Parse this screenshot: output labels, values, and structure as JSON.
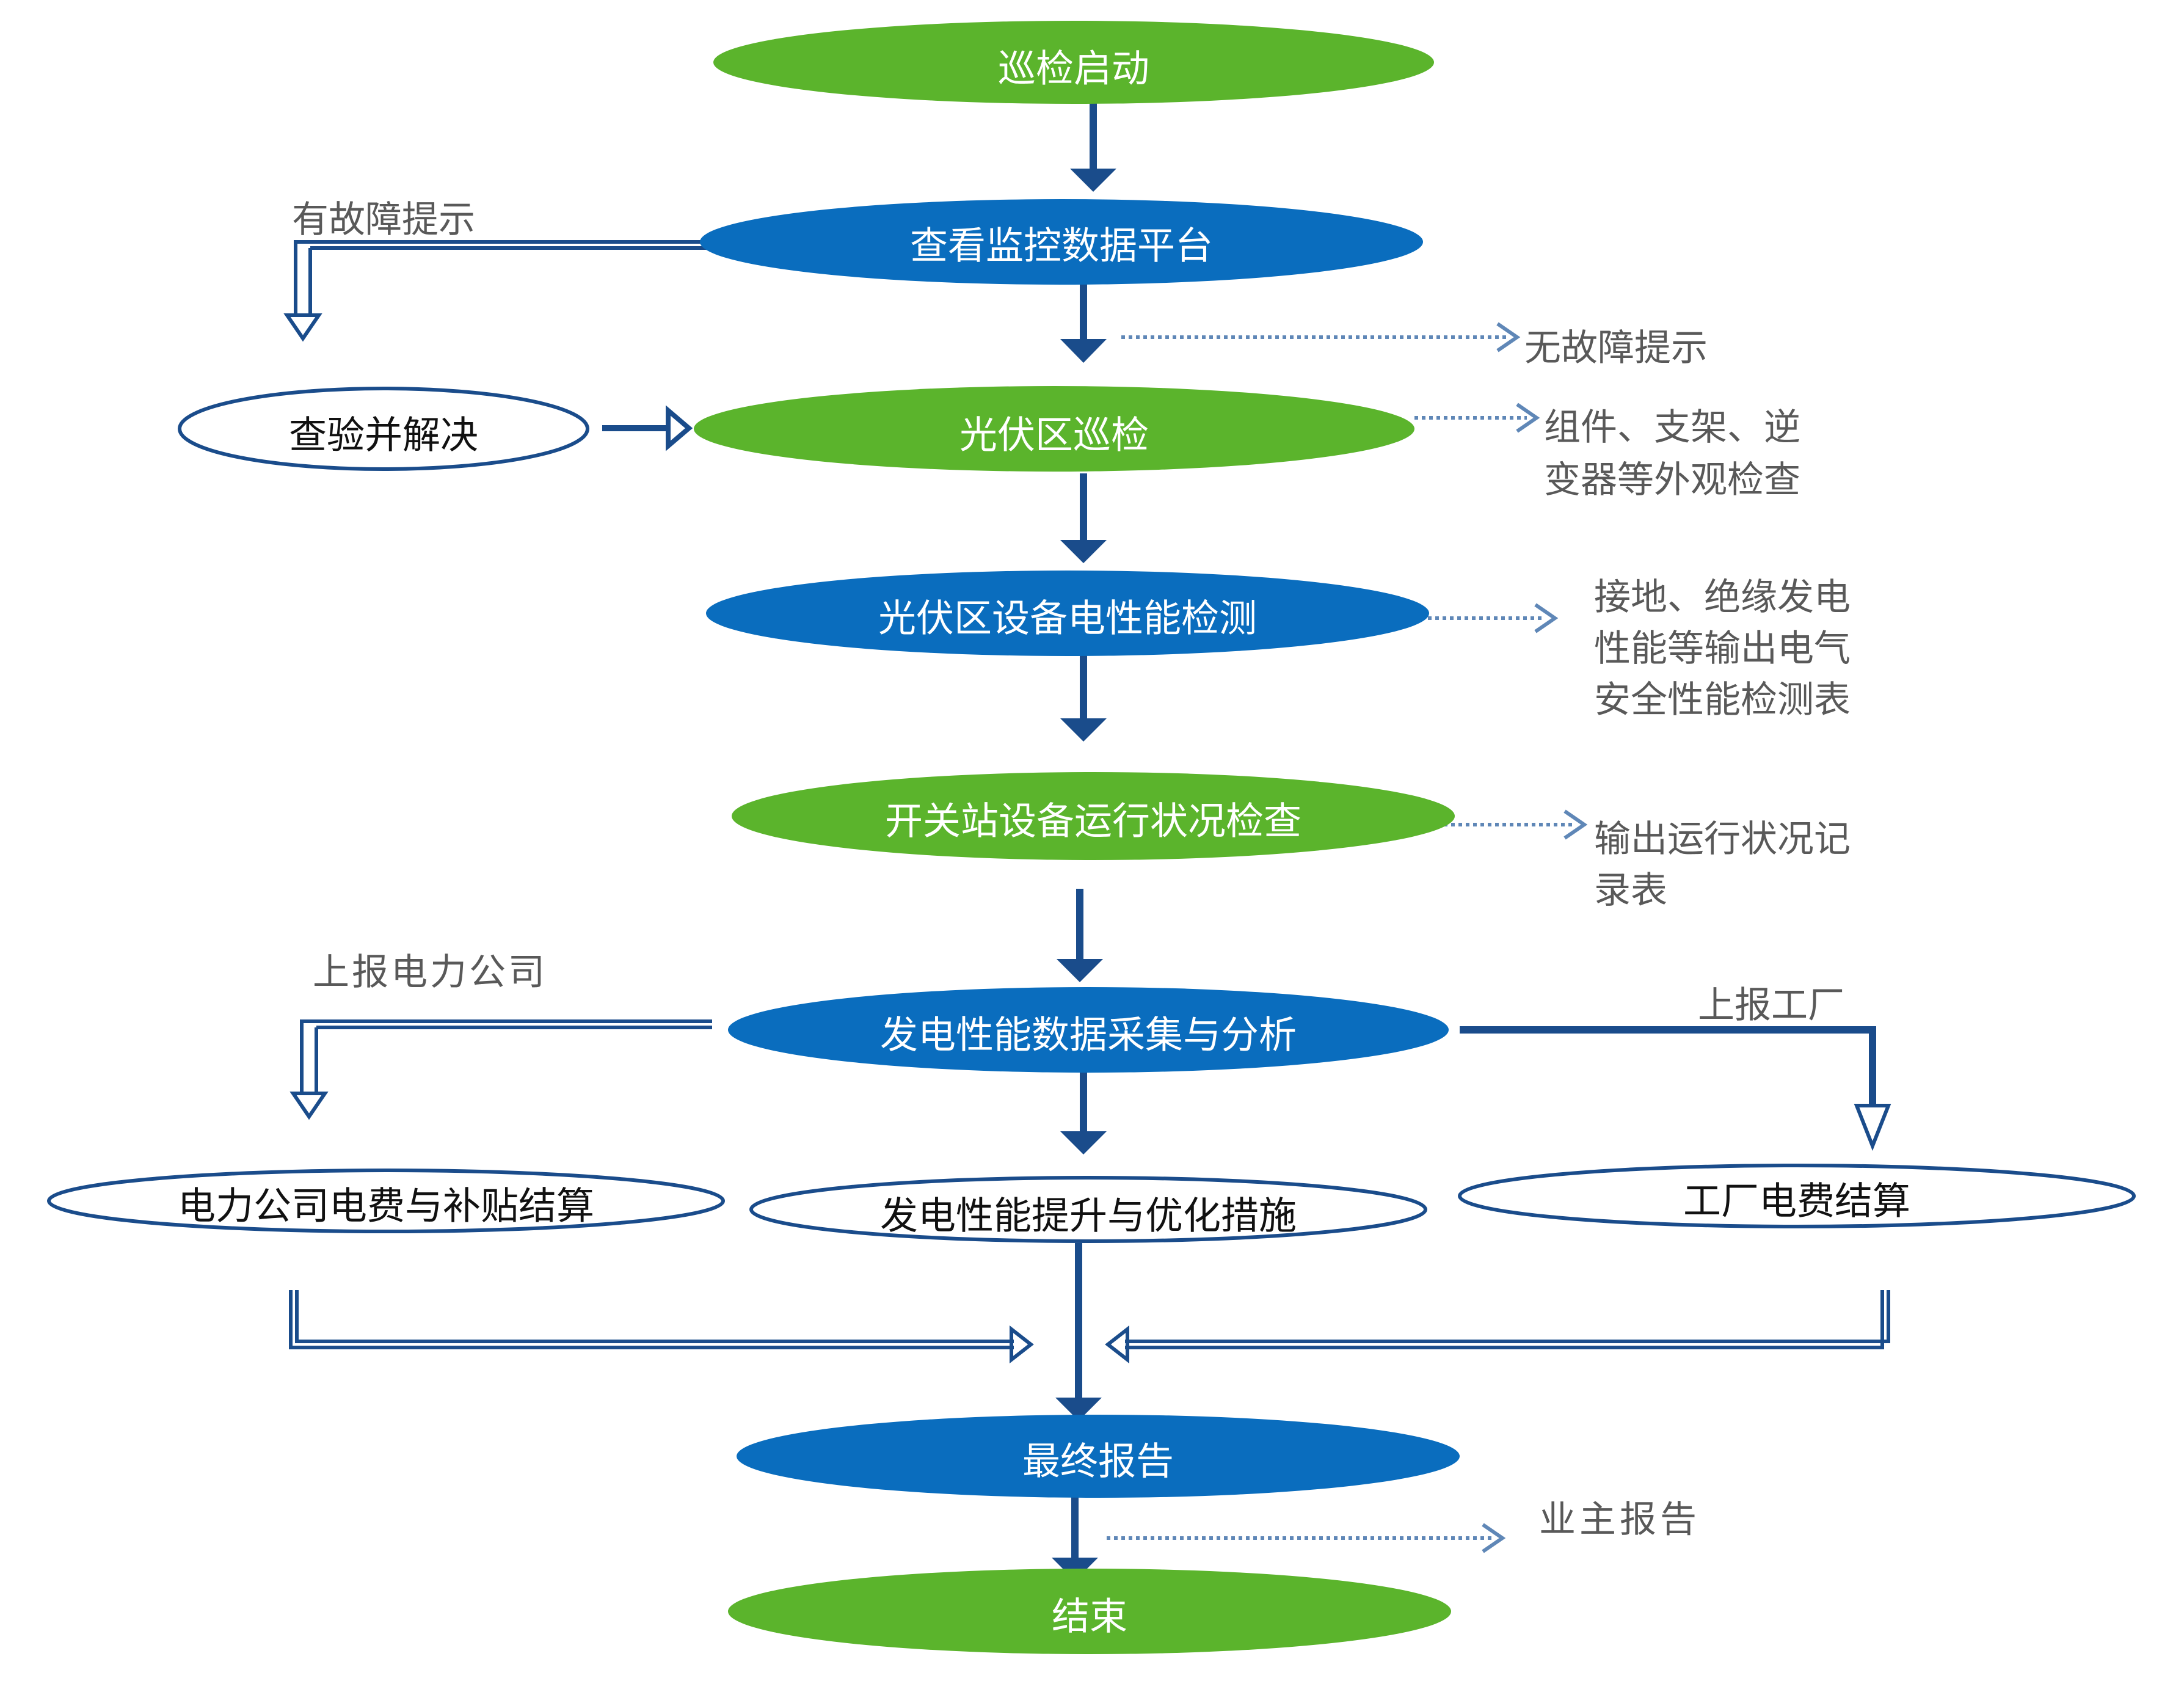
{
  "colors": {
    "green": "#5BB42C",
    "blue": "#0A6DBE",
    "arrow": "#1A4C8B",
    "dotted": "#5F87B7",
    "label": "#595959"
  },
  "nodes": {
    "start": "巡检启动",
    "monitor": "查看监控数据平台",
    "verify": "查验并解决",
    "pv_inspection": "光伏区巡检",
    "pv_electrical": "光伏区设备电性能检测",
    "switch_station": "开关站设备运行状况检查",
    "generation_analysis": "发电性能数据采集与分析",
    "power_company_settlement": "电力公司电费与补贴结算",
    "optimization": "发电性能提升与优化措施",
    "factory_settlement": "工厂电费结算",
    "final_report": "最终报告",
    "end": "结束"
  },
  "labels": {
    "fault_hint": "有故障提示",
    "no_fault_hint": "无故障提示",
    "appearance_check": [
      "组件、支架、逆",
      "变器等外观检查"
    ],
    "electrical_table": [
      "接地、绝缘发电",
      "性能等输出电气",
      "安全性能检测表"
    ],
    "status_record": [
      "输出运行状况记",
      "录表"
    ],
    "report_power_company": "上报电力公司",
    "report_factory": "上报工厂",
    "owner_report": "业主报告"
  }
}
